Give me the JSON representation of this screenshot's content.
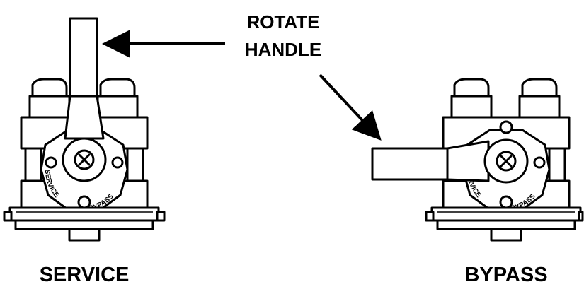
{
  "callout": {
    "line1": "ROTATE",
    "line2": "HANDLE"
  },
  "left_valve": {
    "caption": "SERVICE",
    "face_label_service": "SERVICE",
    "face_label_bypass": "BYPASS"
  },
  "right_valve": {
    "caption": "BYPASS",
    "face_label_service": "SERVICE",
    "face_label_bypass": "BYPASS"
  },
  "colors": {
    "ink": "#000000",
    "background": "#ffffff"
  }
}
